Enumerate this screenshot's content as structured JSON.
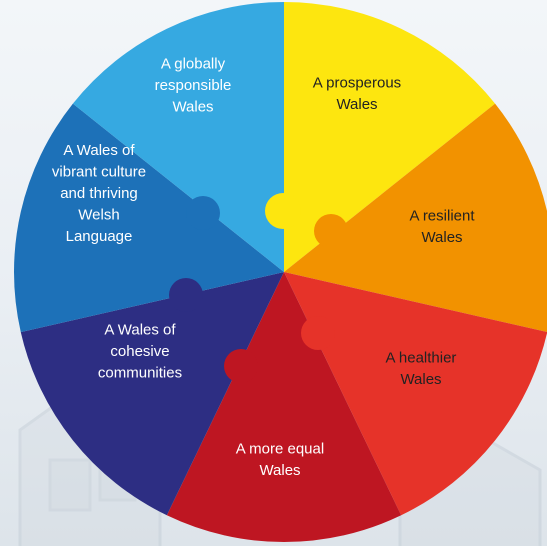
{
  "wheel": {
    "segments": [
      {
        "id": "prosperous",
        "lines": [
          "A prosperous",
          "Wales"
        ],
        "color": "#fde60f",
        "text_color": "#222222"
      },
      {
        "id": "resilient",
        "lines": [
          "A resilient",
          "Wales"
        ],
        "color": "#f29200",
        "text_color": "#222222"
      },
      {
        "id": "healthier",
        "lines": [
          "A healthier",
          "Wales"
        ],
        "color": "#e63329",
        "text_color": "#222222"
      },
      {
        "id": "more-equal",
        "lines": [
          "A more equal",
          "Wales"
        ],
        "color": "#be1622",
        "text_color": "#ffffff"
      },
      {
        "id": "cohesive-communities",
        "lines": [
          "A Wales of",
          "cohesive",
          "communities"
        ],
        "color": "#2d2e83",
        "text_color": "#ffffff"
      },
      {
        "id": "vibrant-culture",
        "lines": [
          "A Wales of",
          "vibrant culture",
          "and thriving",
          "Welsh",
          "Language"
        ],
        "color": "#1d71b8",
        "text_color": "#ffffff"
      },
      {
        "id": "globally-responsible",
        "lines": [
          "A globally",
          "responsible",
          "Wales"
        ],
        "color": "#36a9e1",
        "text_color": "#ffffff"
      }
    ]
  }
}
